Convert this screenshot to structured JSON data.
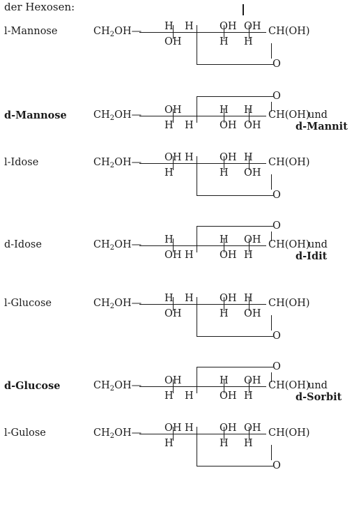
{
  "header": "der Hexosen:",
  "entries": [
    {
      "name": "l-Mannose",
      "bold": false,
      "type": "A",
      "top_row": [
        "H",
        "H",
        "OH",
        "OH"
      ],
      "bottom_row": [
        "OH",
        "",
        "H",
        "H"
      ],
      "group_left": "CH₂OH—",
      "group_right": "CH(OH)",
      "suffix": "",
      "alcohol": "",
      "ring_o": "O"
    },
    {
      "name": "d-Mannose",
      "bold": true,
      "type": "B",
      "top_row": [
        "OH",
        "",
        "H",
        "H"
      ],
      "bottom_row": [
        "H",
        "H",
        "OH",
        "OH"
      ],
      "group_left": "CH₂OH—",
      "group_right": "CH(OH)",
      "suffix": "und",
      "alcohol": "d-Mannit",
      "ring_o": "O"
    },
    {
      "name": "l-Idose",
      "bold": false,
      "type": "A",
      "top_row": [
        "OH",
        "H",
        "OH",
        "H"
      ],
      "bottom_row": [
        "H",
        "",
        "H",
        "OH"
      ],
      "group_left": "CH₂OH—",
      "group_right": "CH(OH)",
      "suffix": "",
      "alcohol": "",
      "ring_o": "O"
    },
    {
      "name": "d-Idose",
      "bold": false,
      "type": "B",
      "top_row": [
        "H",
        "",
        "H",
        "OH"
      ],
      "bottom_row": [
        "OH",
        "H",
        "OH",
        "H"
      ],
      "group_left": "CH₂OH—",
      "group_right": "CH(OH)",
      "suffix": "und",
      "alcohol": "d-Idit",
      "ring_o": "O"
    },
    {
      "name": "l-Glucose",
      "bold": false,
      "type": "A",
      "top_row": [
        "H",
        "H",
        "OH",
        "H"
      ],
      "bottom_row": [
        "OH",
        "",
        "H",
        "OH"
      ],
      "group_left": "CH₂OH—",
      "group_right": "CH(OH)",
      "suffix": "",
      "alcohol": "",
      "ring_o": "O"
    },
    {
      "name": "d-Glucose",
      "bold": true,
      "type": "B",
      "top_row": [
        "OH",
        "",
        "H",
        "OH"
      ],
      "bottom_row": [
        "H",
        "H",
        "OH",
        "H"
      ],
      "group_left": "CH₂OH—",
      "group_right": "CH(OH)",
      "suffix": "und",
      "alcohol": "d-Sorbit",
      "ring_o": "O"
    },
    {
      "name": "l-Gulose",
      "bold": false,
      "type": "A",
      "top_row": [
        "OH",
        "H",
        "OH",
        "OH"
      ],
      "bottom_row": [
        "H",
        "",
        "H",
        "H"
      ],
      "group_left": "CH₂OH—",
      "group_right": "CH(OH)",
      "suffix": "",
      "alcohol": "",
      "ring_o": "O"
    }
  ]
}
